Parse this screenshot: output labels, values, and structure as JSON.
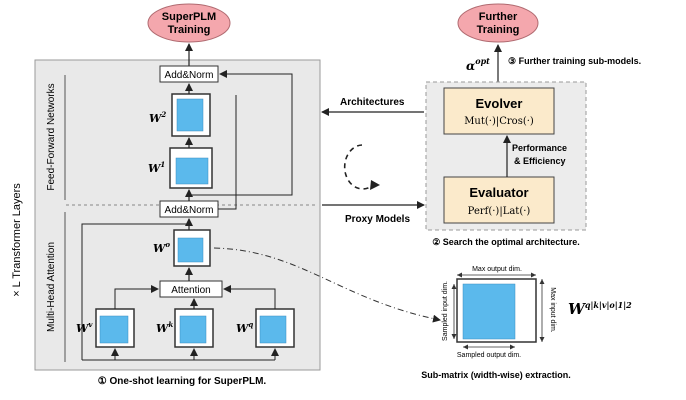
{
  "left_panel": {
    "outer_label": "× L Transformer Layers",
    "ffn_label": "Feed-Forward Networks",
    "mha_label": "Multi-Head Attention",
    "addnorm_top": "Add&Norm",
    "addnorm_mid": "Add&Norm",
    "attention": "Attention",
    "w2": "W",
    "w2_sup": "2",
    "w1": "W",
    "w1_sup": "1",
    "wo": "W",
    "wo_sup": "o",
    "wv": "W",
    "wv_sup": "v",
    "wk": "W",
    "wk_sup": "k",
    "wq": "W",
    "wq_sup": "q",
    "caption": "① One-shot learning for SuperPLM."
  },
  "superplm_training": {
    "line1": "SuperPLM",
    "line2": "Training"
  },
  "further_training": {
    "line1": "Further",
    "line2": "Training"
  },
  "right_panel": {
    "alpha": "α",
    "alpha_sup": "opt",
    "step3": "③ Further training sub-models.",
    "architectures": "Architectures",
    "evolver_title": "Evolver",
    "evolver_formula": "Mut(·)|Cros(·)",
    "perf_eff_1": "Performance",
    "perf_eff_2": "& Efficiency",
    "evaluator_title": "Evaluator",
    "evaluator_formula": "Perf(·)|Lat(·)",
    "proxy_models": "Proxy Models",
    "step2": "② Search the optimal architecture."
  },
  "submatrix": {
    "max_output": "Max output dim.",
    "max_input": "Max input dim.",
    "sampled_input": "Sampled input dim.",
    "sampled_output": "Sampled output dim.",
    "w_label": "W",
    "w_sup": "q|k|v|o|1|2",
    "caption": "Sub-matrix (width-wise) extraction."
  },
  "colors": {
    "panel_fill": "#e9e9e9",
    "oval_fill": "#f4a7ad",
    "evo_fill": "#fbeacb",
    "blue": "#5bb9ec"
  }
}
